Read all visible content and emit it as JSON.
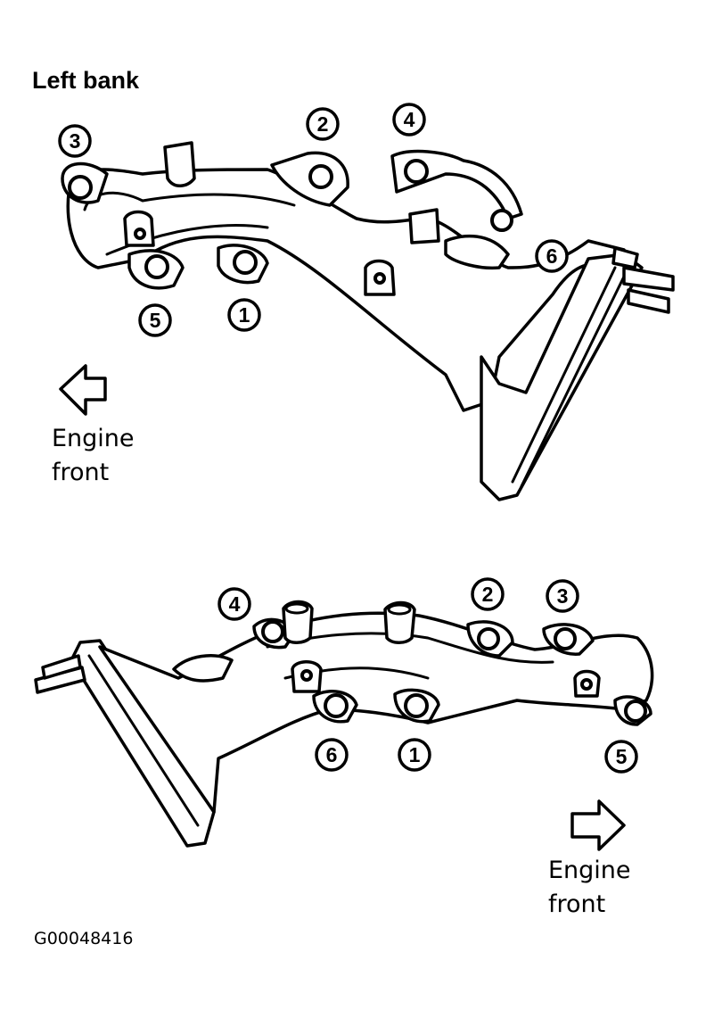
{
  "top": {
    "title": "Left bank",
    "bolts": [
      "3",
      "2",
      "4",
      "6",
      "5",
      "1"
    ],
    "direction_label": [
      "Engine",
      "front"
    ]
  },
  "bottom": {
    "bolts": [
      "4",
      "2",
      "3",
      "6",
      "1",
      "5"
    ],
    "direction_label": [
      "Engine",
      "front"
    ]
  },
  "figure_id": "G00048416"
}
